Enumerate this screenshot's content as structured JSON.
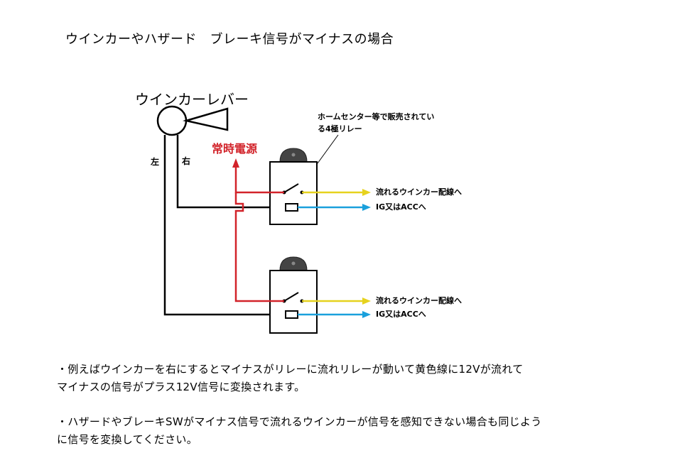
{
  "title": "ウインカーやハザード　ブレーキ信号がマイナスの場合",
  "lever": {
    "label": "ウインカーレバー",
    "left": "左",
    "right": "右"
  },
  "power": {
    "label": "常時電源",
    "color": "#d2232a"
  },
  "relay_note": {
    "line1": "ホームセンター等で販売されてい",
    "line2": "る4極リレー"
  },
  "relay1": {
    "out_yellow": "流れるウインカー配線へ",
    "out_blue": "IG又はACCへ"
  },
  "relay2": {
    "out_yellow": "流れるウインカー配線へ",
    "out_blue": "IG又はACCへ"
  },
  "wire_colors": {
    "red": "#d2232a",
    "yellow": "#e6d21e",
    "blue": "#1aa0dc",
    "black": "#000000"
  },
  "notes": {
    "n1_line1": "・例えばウインカーを右にするとマイナスがリレーに流れリレーが動いて黄色線に12Vが流れて",
    "n1_line2": "マイナスの信号がプラス12V信号に変換されます。",
    "n2_line1": "・ハザードやブレーキSWがマイナス信号で流れるウインカーが信号を感知できない場合も同じよう",
    "n2_line2": "に信号を変換してください。"
  }
}
